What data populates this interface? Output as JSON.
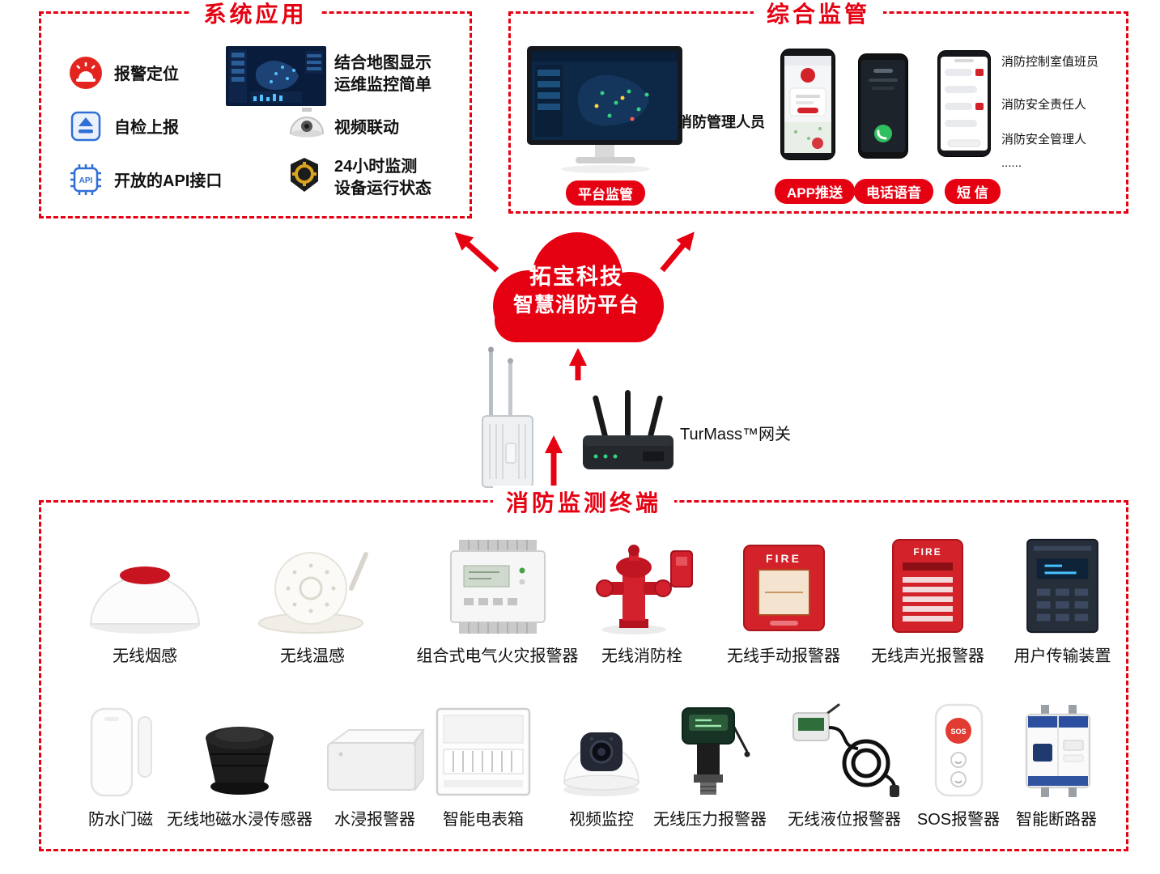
{
  "colors": {
    "accent_red": "#e60112"
  },
  "system_box": {
    "title": "系统应用",
    "alarm_label": "报警定位",
    "selfcheck_label": "自检上报",
    "api_label": "开放的API接口",
    "map_label": "结合地图显示\n运维监控简单",
    "video_label": "视频联动",
    "monitor24_label": "24小时监测\n设备运行状态"
  },
  "supervision_box": {
    "title": "综合监管",
    "platform_badge": "平台监管",
    "manager_label": "消防管理人员",
    "app_badge": "APP推送",
    "voice_badge": "电话语音",
    "sms_badge": "短 信",
    "roles": [
      "消防控制室值班员",
      "消防安全责任人",
      "消防安全管理人",
      "......"
    ]
  },
  "cloud": {
    "line1": "拓宝科技",
    "line2": "智慧消防平台"
  },
  "gateway": {
    "label": "TurMass™网关"
  },
  "device_texts": {
    "fire": "FIRE",
    "sos": "SOS"
  },
  "terminals_box": {
    "title": "消防监测终端",
    "row1": [
      "无线烟感",
      "无线温感",
      "组合式电气火灾报警器",
      "无线消防栓",
      "无线手动报警器",
      "无线声光报警器",
      "用户传输装置"
    ],
    "row2": [
      "防水门磁",
      "无线地磁水浸传感器",
      "水浸报警器",
      "智能电表箱",
      "视频监控",
      "无线压力报警器",
      "无线液位报警器",
      "SOS报警器",
      "智能断路器"
    ]
  }
}
